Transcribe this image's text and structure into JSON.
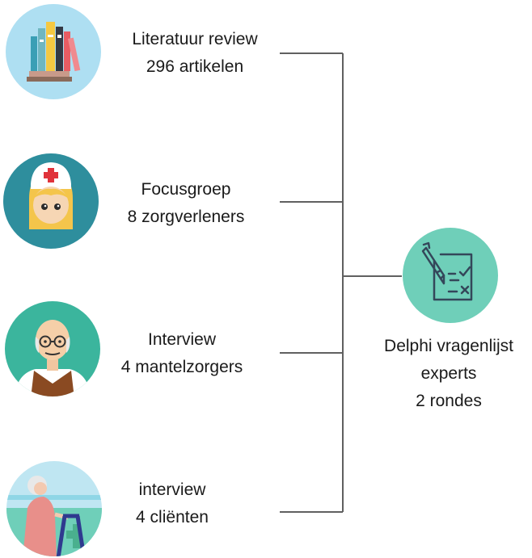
{
  "sources": [
    {
      "id": "literature",
      "line1": "Literatuur review",
      "line2": "296 artikelen",
      "icon": "books-icon"
    },
    {
      "id": "focus-group",
      "line1": "Focusgroep",
      "line2": "8 zorgverleners",
      "icon": "nurse-icon"
    },
    {
      "id": "interview-caregivers",
      "line1": "Interview",
      "line2": "4 mantelzorgers",
      "icon": "elderly-man-icon"
    },
    {
      "id": "interview-clients",
      "line1": "interview",
      "line2": "4 cliënten",
      "icon": "elderly-woman-walker-icon"
    }
  ],
  "target": {
    "line1": "Delphi vragenlijst",
    "line2": "experts",
    "line3": "2 rondes",
    "icon": "questionnaire-icon"
  },
  "colors": {
    "line": "#555555",
    "teal": "#6fcfb9",
    "light_blue": "#aedff2",
    "dark_teal": "#2e8e9d"
  }
}
